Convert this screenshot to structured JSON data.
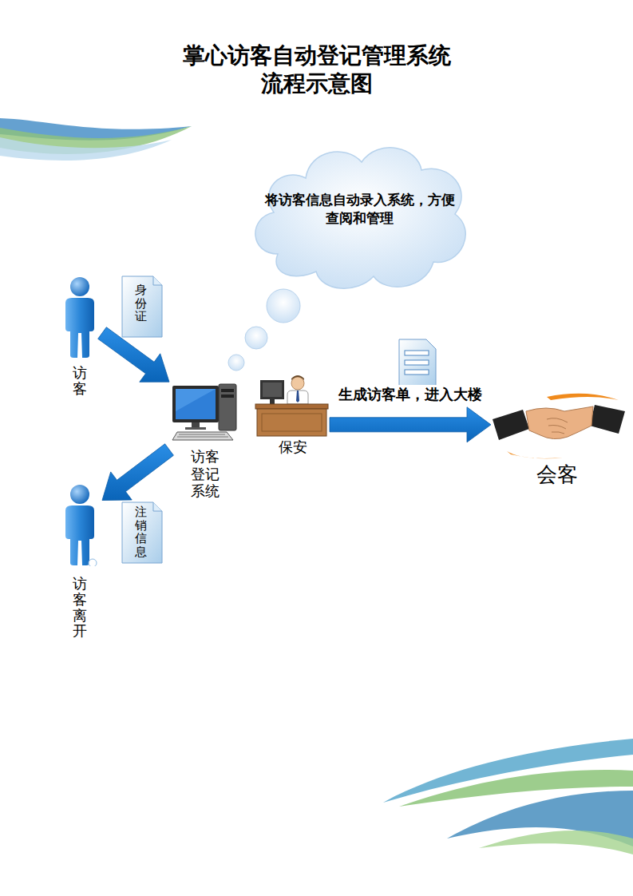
{
  "diagram": {
    "title": "掌心访客自动登记管理系统 流程示意图",
    "nodes": [
      {
        "text": [
          "将访客信息自动录入系统，方便查阅和管理"
        ]
      },
      {
        "text": [
          "访客"
        ]
      },
      {
        "text": [
          "身份证"
        ]
      },
      {
        "text": [
          "访客登记系统"
        ]
      },
      {
        "text": [
          "保安"
        ]
      },
      {
        "text": [
          "会客"
        ]
      },
      {
        "text": [
          "注销信息"
        ]
      },
      {
        "text": [
          "访客离开"
        ]
      }
    ],
    "edges": [
      {
        "from": 1,
        "to": 3,
        "arrow": "to"
      },
      {
        "from": 4,
        "to": 5,
        "label": "生成访客单，进入大楼",
        "arrow": "to"
      },
      {
        "from": 3,
        "to": 7,
        "arrow": "to"
      }
    ]
  }
}
